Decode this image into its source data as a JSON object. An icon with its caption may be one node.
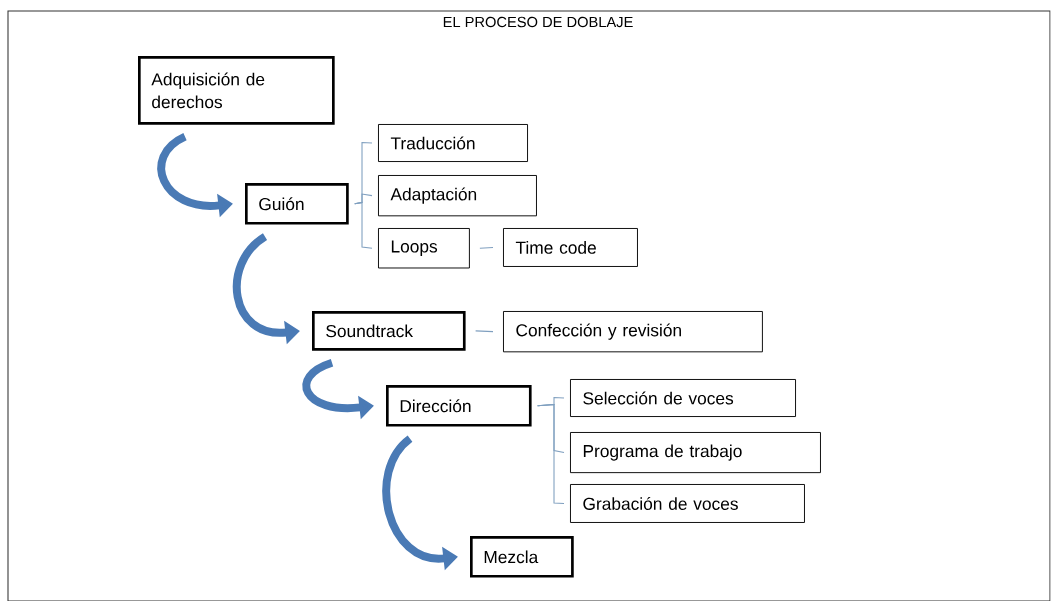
{
  "diagram": {
    "title": "EL PROCESO DE DOBLAJE",
    "nodes": [
      {
        "text": [
          "Adquisición de derechos"
        ]
      },
      {
        "text": [
          "Guión"
        ]
      },
      {
        "text": [
          "Traducción"
        ]
      },
      {
        "text": [
          "Adaptación"
        ]
      },
      {
        "text": [
          "Loops"
        ]
      },
      {
        "text": [
          "Time code"
        ]
      },
      {
        "text": [
          "Soundtrack"
        ]
      },
      {
        "text": [
          "Confección y revisión"
        ]
      },
      {
        "text": [
          "Dirección"
        ]
      },
      {
        "text": [
          "Selección de voces"
        ]
      },
      {
        "text": [
          "Programa de trabajo"
        ]
      },
      {
        "text": [
          "Grabación de voces"
        ]
      },
      {
        "text": [
          "Mezcla"
        ]
      }
    ],
    "edges": [
      {
        "from": 0,
        "to": 1,
        "arrow": "to",
        "style": "thick"
      },
      {
        "from": 1,
        "to": 2,
        "arrow": "none"
      },
      {
        "from": 1,
        "to": 3,
        "arrow": "none"
      },
      {
        "from": 1,
        "to": 4,
        "arrow": "none"
      },
      {
        "from": 4,
        "to": 5,
        "arrow": "none"
      },
      {
        "from": 1,
        "to": 6,
        "arrow": "to",
        "style": "thick"
      },
      {
        "from": 6,
        "to": 7,
        "arrow": "none"
      },
      {
        "from": 6,
        "to": 8,
        "arrow": "to",
        "style": "thick"
      },
      {
        "from": 8,
        "to": 9,
        "arrow": "none"
      },
      {
        "from": 8,
        "to": 10,
        "arrow": "none"
      },
      {
        "from": 8,
        "to": 11,
        "arrow": "none"
      },
      {
        "from": 8,
        "to": 12,
        "arrow": "to",
        "style": "thick"
      }
    ]
  }
}
